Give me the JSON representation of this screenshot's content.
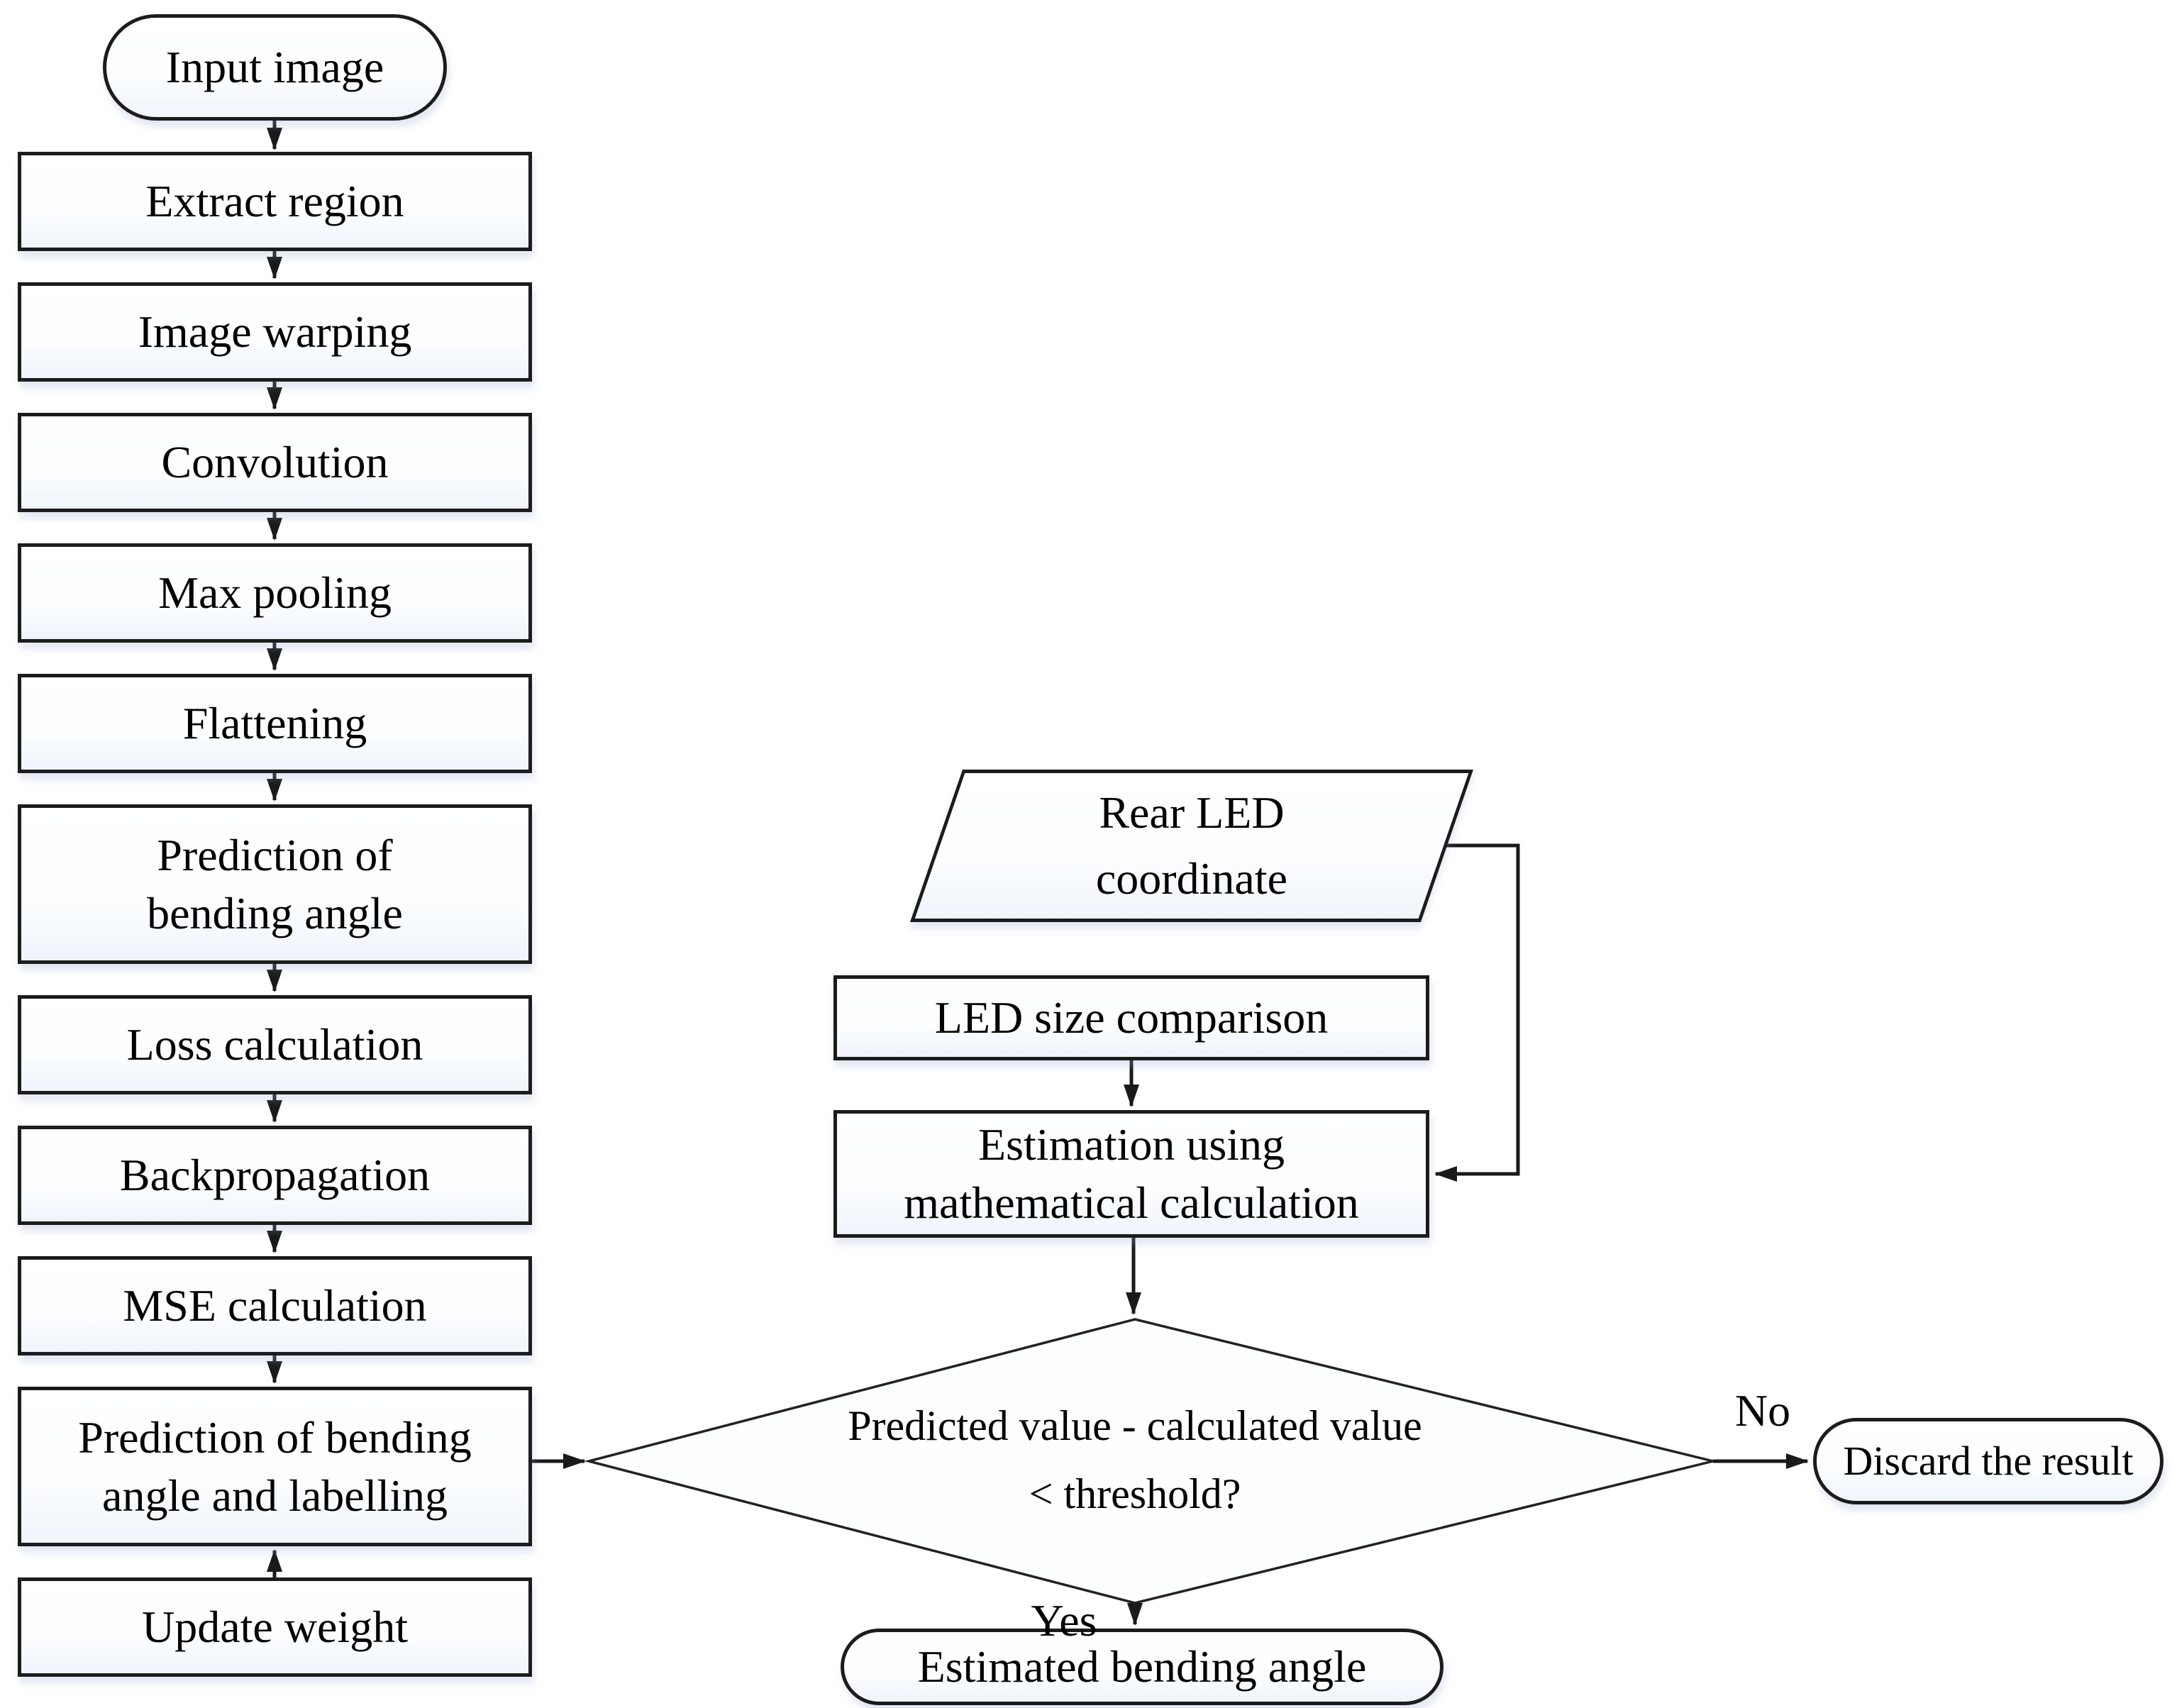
{
  "figure": {
    "colors": {
      "background": "#ffffff",
      "node_fill": "#fdfeff",
      "node_border": "#1c1c1c",
      "connector": "#1a1a1a",
      "text": "#000000"
    },
    "cnn_branch": {
      "input_label": "Input image",
      "steps": [
        "Extract region",
        "Image warping",
        "Convolution",
        "Max pooling",
        "Flattening",
        "Prediction of\nbending angle",
        "Loss calculation",
        "Backpropagation",
        "MSE calculation",
        "Prediction of bending\nangle and labelling",
        "Update weight"
      ]
    },
    "math_branch": {
      "input_label": "Rear LED\ncoordinate",
      "steps": [
        "LED size comparison",
        "Estimation using\nmathematical calculation"
      ]
    },
    "decision": {
      "label": "Predicted value - calculated value\n< threshold?",
      "yes_label": "Yes",
      "no_label": "No"
    },
    "outcomes": {
      "yes_result": "Estimated bending angle",
      "no_result": "Discard the result"
    }
  }
}
